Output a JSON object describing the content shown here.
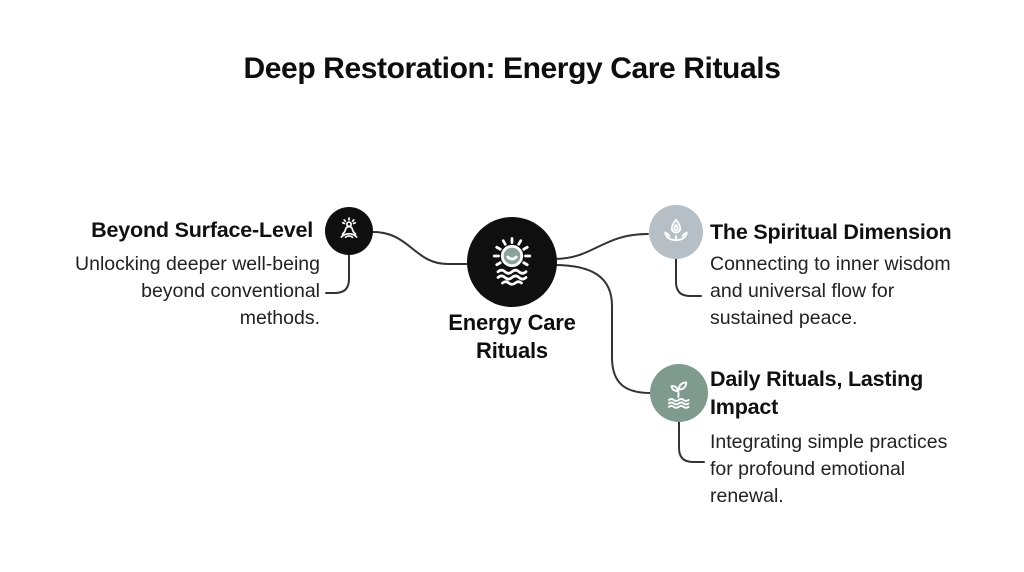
{
  "title": "Deep Restoration: Energy Care Rituals",
  "colors": {
    "connector": "#333333",
    "center_circle": "#0f0f0f",
    "left_circle": "#0f0f0f",
    "right_top_circle": "#b6bec6",
    "right_bottom_circle": "#7e9b8d",
    "sun_fill": "#8ba39d",
    "icon_stroke": "#ffffff"
  },
  "center": {
    "icon": "sun-over-water-icon",
    "label_lines": [
      "Energy Care",
      "Rituals"
    ]
  },
  "branches": {
    "left": {
      "icon": "meditation-icon",
      "heading": "Beyond Surface-Level",
      "body_lines": [
        "Unlocking deeper well-being",
        "beyond conventional",
        "methods."
      ]
    },
    "right_top": {
      "icon": "hands-droplet-icon",
      "heading": "The Spiritual Dimension",
      "body_lines": [
        "Connecting to inner wisdom",
        "and universal flow for",
        "sustained peace."
      ]
    },
    "right_bottom": {
      "icon": "sprout-waves-icon",
      "heading_lines": [
        "Daily Rituals, Lasting",
        "Impact"
      ],
      "body_lines": [
        "Integrating simple practices",
        "for profound emotional",
        "renewal."
      ]
    }
  }
}
